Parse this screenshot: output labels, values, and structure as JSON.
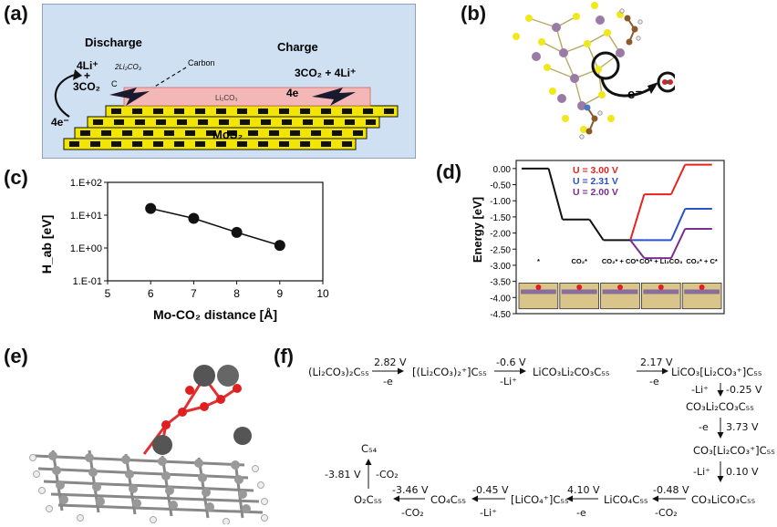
{
  "panel_labels": {
    "a": "(a)",
    "b": "(b)",
    "c": "(c)",
    "d": "(d)",
    "e": "(e)",
    "f": "(f)"
  },
  "panel_a": {
    "discharge": "Discharge",
    "charge": "Charge",
    "left_ion": "4Li⁺",
    "plus": "+",
    "left_co2": "3CO₂",
    "c": "C",
    "li2co3_2": "2Li₂CO₃",
    "carbon": "Carbon",
    "li2co3": "Li₂CO₃",
    "left_e": "4e⁻",
    "right_products": "3CO₂ + 4Li⁺",
    "right_e": "4e",
    "mos2": "MoS₂",
    "colors": {
      "bg": "#cfe0f2",
      "layer_yellow": "#f2e600",
      "layer_black": "#111111",
      "li2co3": "#f4b7b7"
    }
  },
  "panel_b": {
    "electron": "e⁻"
  },
  "chart_c": {
    "chart_data": {
      "type": "scatter",
      "xlabel": "Mo-CO₂ distance [Å]",
      "ylabel": "H_ab [eV]",
      "xlim": [
        5,
        10
      ],
      "ylim": [
        0.1,
        100
      ],
      "yscale": "log",
      "x_ticks": [
        "5",
        "6",
        "7",
        "8",
        "9",
        "10"
      ],
      "y_ticks": [
        "1.E-01",
        "1.E+00",
        "1.E+01",
        "1.E+02"
      ],
      "x": [
        6,
        7,
        8,
        9
      ],
      "y": [
        16,
        8,
        3,
        1.2
      ]
    }
  },
  "chart_d": {
    "chart_data": {
      "type": "line",
      "ylabel": "Energy [eV]",
      "ylim": [
        -4.5,
        0.25
      ],
      "y_ticks": [
        "0.00",
        "-0.50",
        "-1.00",
        "-1.50",
        "-2.00",
        "-2.50",
        "-3.00",
        "-3.50",
        "-4.00",
        "-4.50"
      ],
      "states": [
        "*",
        "CO₂*",
        "CO₂* + CO*",
        "CO* + Li₂CO₃",
        "CO₂* + C*"
      ],
      "base_path": [
        0.0,
        -1.58,
        -2.22
      ],
      "series": [
        {
          "name": "U = 3.00 V",
          "color": "#e8221e",
          "values": [
            -2.22,
            -0.8,
            0.12
          ]
        },
        {
          "name": "U = 2.31 V",
          "color": "#2a52c9",
          "values": [
            -2.22,
            -2.22,
            -1.25
          ]
        },
        {
          "name": "U = 2.00 V",
          "color": "#7a2e91",
          "values": [
            -2.22,
            -2.78,
            -1.87
          ]
        }
      ]
    }
  },
  "panel_f": {
    "r1": {
      "a": "(Li₂CO₃)₂C₅₅",
      "v": "2.82 V",
      "s": "-e",
      "b": "[(Li₂CO₃)₂⁺]C₅₅"
    },
    "r2": {
      "v": "-0.6 V",
      "s": "-Li⁺",
      "b": "LiCO₃Li₂CO₃C₅₅"
    },
    "r3": {
      "v": "2.17 V",
      "s": "-e",
      "b": "LiCO₃[Li₂CO₃⁺]C₅₅"
    },
    "d1": {
      "s": "-Li⁺",
      "v": "-0.25 V",
      "b": "CO₃Li₂CO₃C₅₅"
    },
    "d2": {
      "s": "-e",
      "v": "3.73 V",
      "b": "CO₃[Li₂CO₃⁺]C₅₅"
    },
    "d3": {
      "s": "-Li⁺",
      "v": "0.10 V",
      "b": "CO₃LiCO₃C₅₅"
    },
    "l1": {
      "v": "-0.48 V",
      "s": "-CO₂",
      "b": "LiCO₄C₅₅"
    },
    "l2": {
      "v": "4.10 V",
      "s": "-e",
      "b": "[LiCO₄⁺]C₅₅"
    },
    "l3": {
      "v": "-0.45 V",
      "s": "-Li⁺",
      "b": "CO₄C₅₅"
    },
    "l4": {
      "v": "-3.46 V",
      "s": "-CO₂",
      "b": "O₂C₅₅"
    },
    "u1": {
      "v": "-3.81 V",
      "s": "-CO₂",
      "b": "C₅₄"
    }
  }
}
